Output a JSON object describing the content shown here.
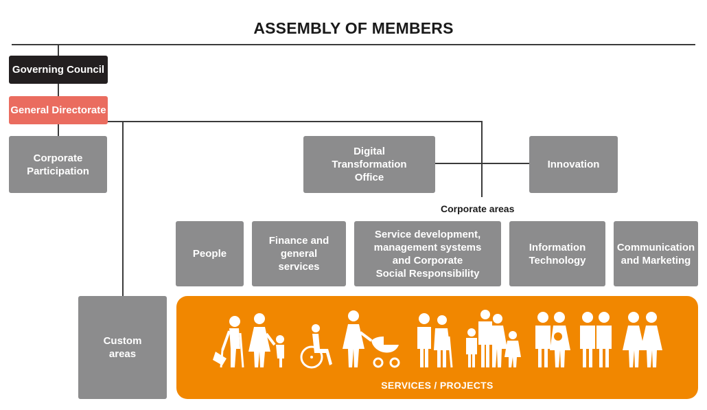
{
  "title": "ASSEMBLY OF MEMBERS",
  "boxes": {
    "governing_council": "Governing Council",
    "general_directorate": "General Directorate",
    "corporate_participation": "Corporate\nParticipation",
    "digital_transformation": "Digital\nTransformation\nOffice",
    "innovation": "Innovation",
    "custom_areas": "Custom\nareas"
  },
  "corporate_areas_label": "Corporate areas",
  "corporate_areas": [
    "People",
    "Finance and\ngeneral\nservices",
    "Service development,\nmanagement systems\nand Corporate\nSocial Responsibility",
    "Information\nTechnology",
    "Communication\nand Marketing"
  ],
  "services_label": "SERVICES / PROJECTS",
  "icons": [
    "elderly-with-crutches-icon",
    "woman-with-child-icon",
    "wheelchair-user-icon",
    "woman-with-pram-icon",
    "elderly-couple-icon",
    "family-icon",
    "couple-with-baby-icon",
    "two-men-icon",
    "two-women-icon"
  ],
  "colors": {
    "grey_box": "#8c8c8d",
    "dark_box": "#231f20",
    "salmon_box": "#ea6c5f",
    "orange_panel": "#f18700"
  }
}
